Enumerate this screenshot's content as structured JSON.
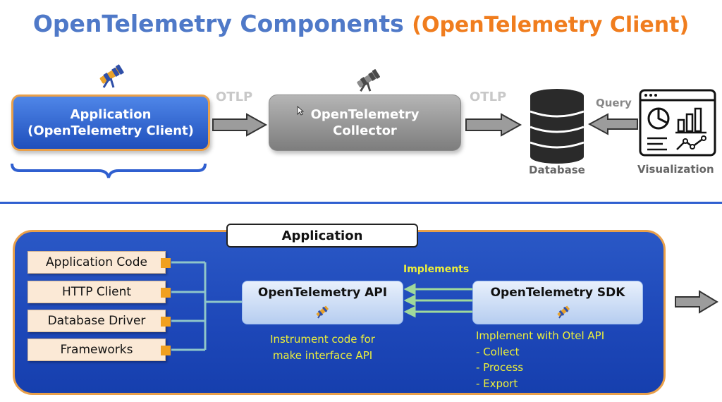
{
  "title": {
    "main": "OpenTelemetry Components",
    "sub": "(OpenTelemetry Client)"
  },
  "top_flow": {
    "application_line1": "Application",
    "application_line2": "(OpenTelemetry Client)",
    "otlp_left": "OTLP",
    "collector_line1": "OpenTelemetry",
    "collector_line2": "Collector",
    "otlp_right": "OTLP",
    "database_label": "Database",
    "query_label": "Query",
    "visualization_label": "Visualization"
  },
  "application_panel": {
    "title": "Application",
    "components": [
      "Application Code",
      "HTTP Client",
      "Database Driver",
      "Frameworks"
    ],
    "implements_label": "Implements",
    "api_title": "OpenTelemetry API",
    "api_desc_line1": "Instrument code for",
    "api_desc_line2": "make interface API",
    "sdk_title": "OpenTelemetry SDK",
    "sdk_desc": [
      "Implement with Otel API",
      "- Collect",
      "- Process",
      "- Export"
    ]
  },
  "colors": {
    "title_blue": "#4f79c8",
    "title_orange": "#f07d1e",
    "panel_blue": "#1f4fbc",
    "accent_yellow": "#ecef3a",
    "border_orange": "#e9a04a"
  },
  "icons": [
    "telescope-icon",
    "database-icon",
    "dashboard-icon",
    "pen-icon",
    "right-arrow-icon",
    "curly-brace-icon"
  ]
}
